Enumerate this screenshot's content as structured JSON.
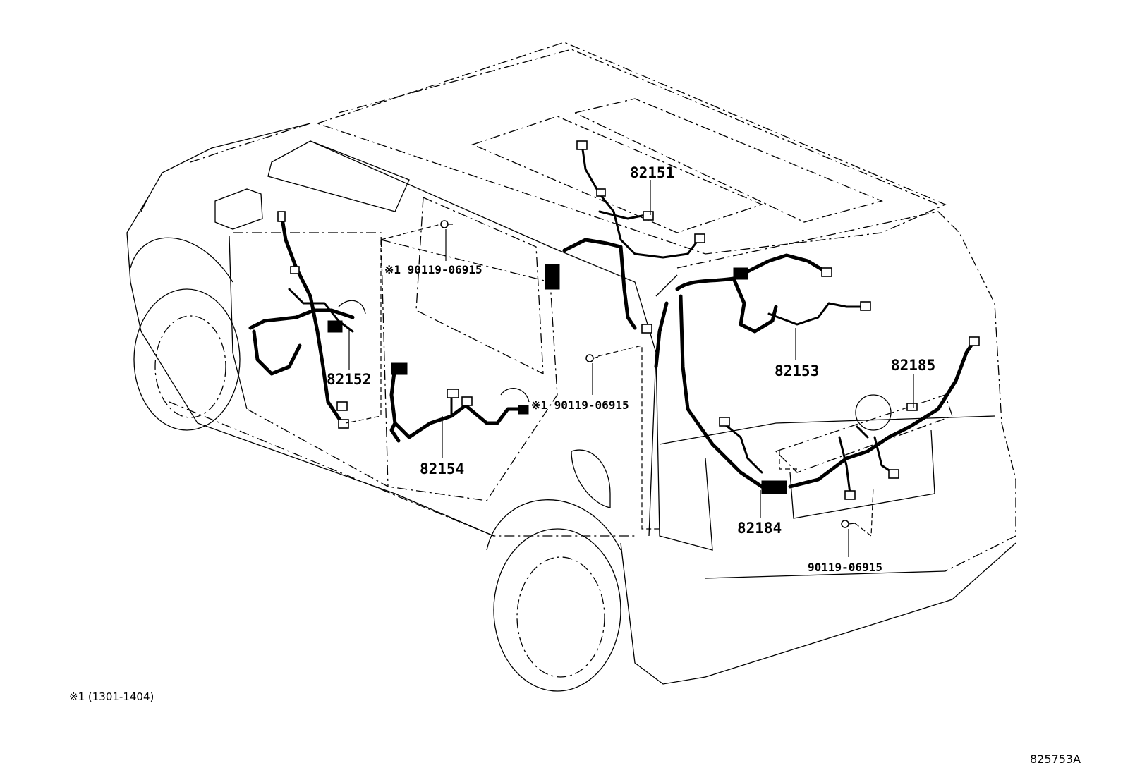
{
  "parts": [
    {
      "id": "82151",
      "label": "82151"
    },
    {
      "id": "82152",
      "label": "82152"
    },
    {
      "id": "82153",
      "label": "82153"
    },
    {
      "id": "82154",
      "label": "82154"
    },
    {
      "id": "82184",
      "label": "82184"
    },
    {
      "id": "82185",
      "label": "82185"
    }
  ],
  "bolts": [
    {
      "label": "※1 90119-06915"
    },
    {
      "label": "※1 90119-06915"
    },
    {
      "label": "90119-06915"
    }
  ],
  "footnote": "※1 (1301-1404)",
  "figure_id": "825753A"
}
